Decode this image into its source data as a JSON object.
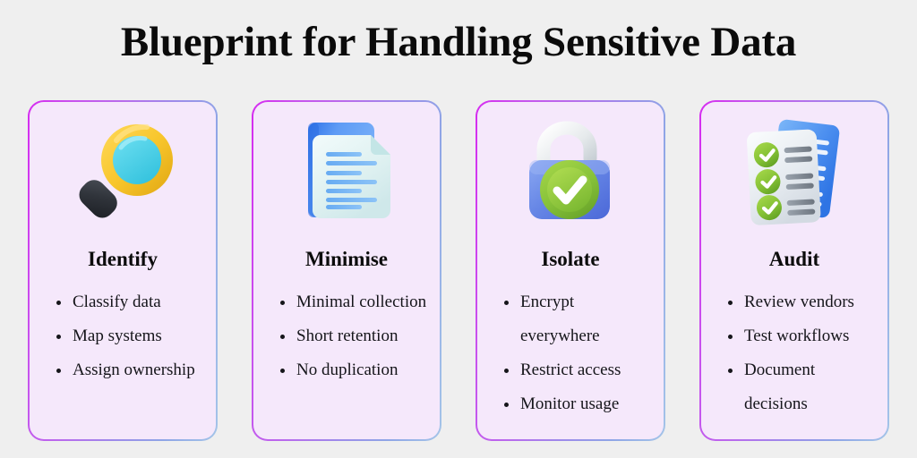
{
  "page": {
    "title": "Blueprint for Handling Sensitive Data",
    "background_color": "#EFEFEF"
  },
  "style": {
    "card_fill": "#F5E8FB",
    "border_gradient_start": "#D62BF0",
    "border_gradient_end": "#A4C4E8",
    "text_color": "#15151A"
  },
  "cards": [
    {
      "icon": "magnifying-glass-icon",
      "heading": "Identify",
      "bullets": [
        "Classify data",
        "Map systems",
        "Assign ownership"
      ]
    },
    {
      "icon": "document-pages-icon",
      "heading": "Minimise",
      "bullets": [
        "Minimal collection",
        "Short retention",
        "No duplication"
      ]
    },
    {
      "icon": "open-padlock-check-icon",
      "heading": "Isolate",
      "bullets": [
        "Encrypt everywhere",
        "Restrict access",
        "Monitor usage"
      ]
    },
    {
      "icon": "checklist-pages-icon",
      "heading": "Audit",
      "bullets": [
        "Review vendors",
        "Test workflows",
        "Document decisions"
      ]
    }
  ]
}
